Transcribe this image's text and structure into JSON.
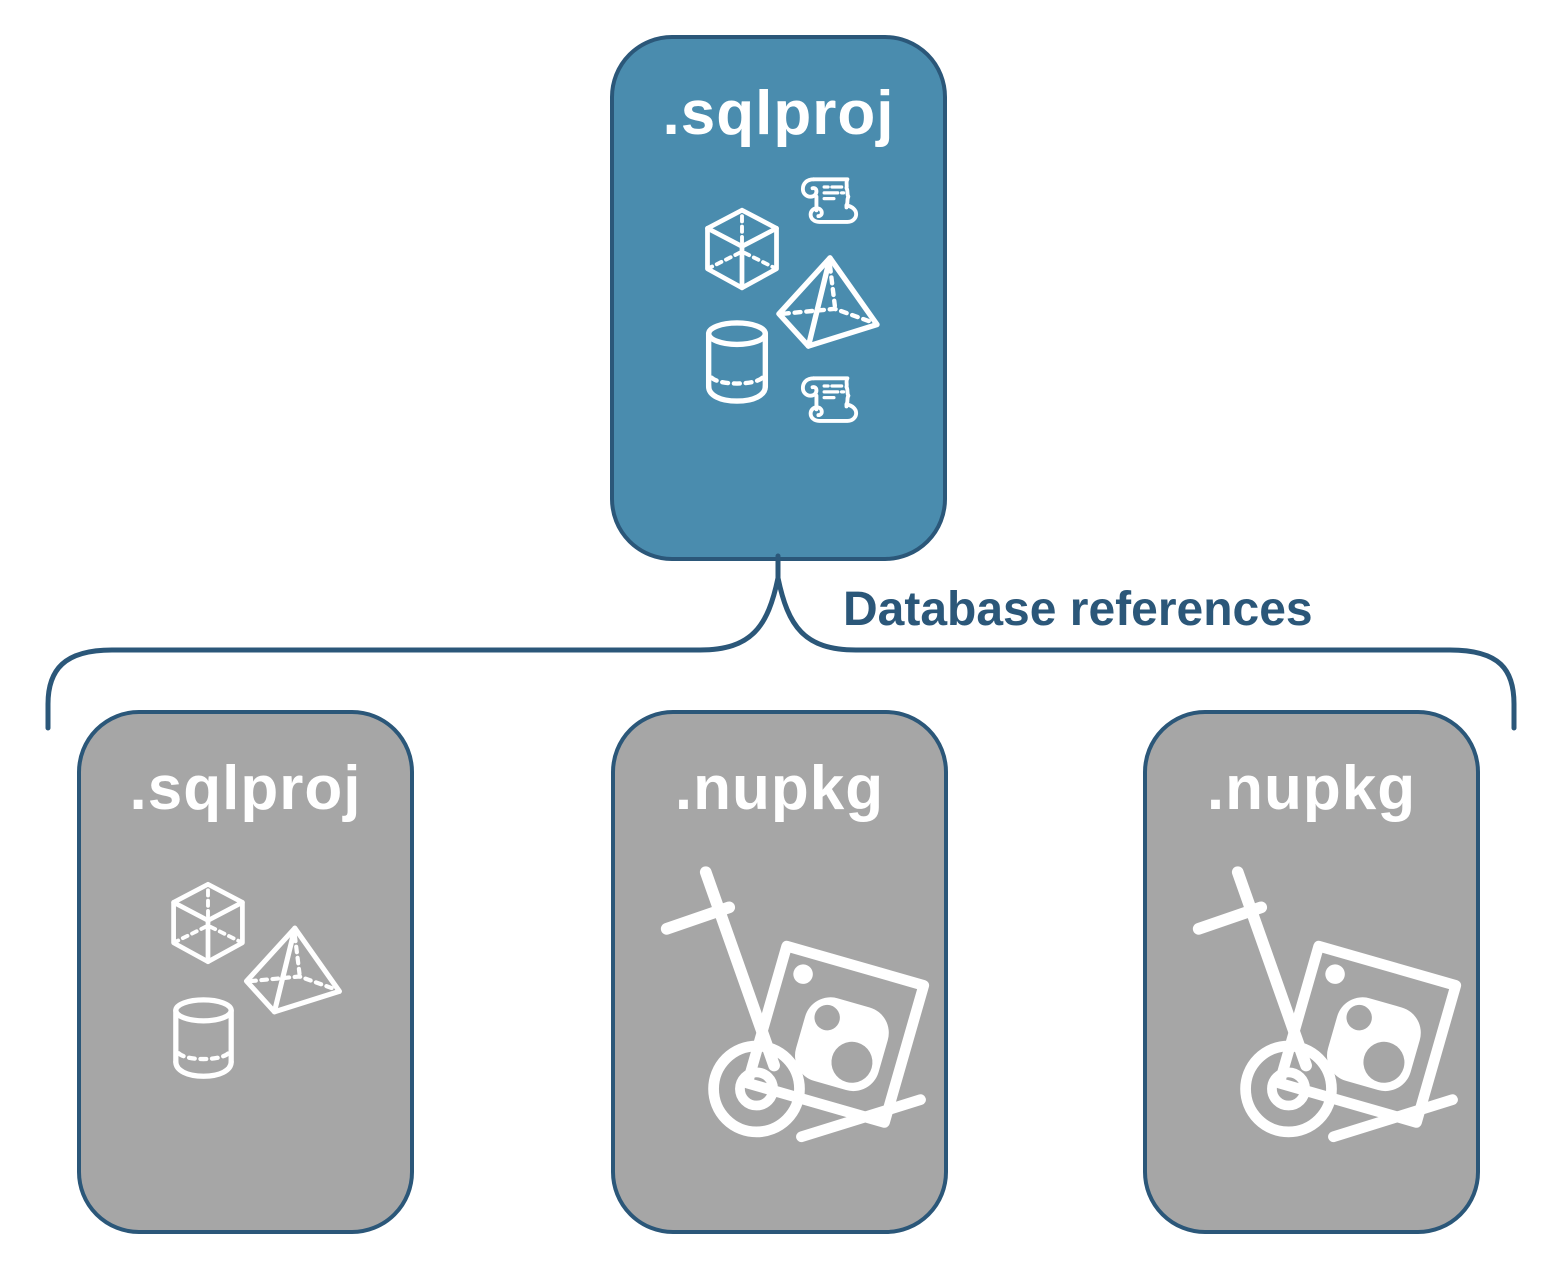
{
  "colors": {
    "accent_teal": "#4A8CAE",
    "card_gray": "#A6A6A6",
    "outline_navy": "#2B5779",
    "icon_white": "#FFFFFF"
  },
  "root_card": {
    "title": ".sqlproj",
    "icons": [
      "sql-script-scroll",
      "cube",
      "pyramid",
      "cylinder",
      "sql-script-scroll"
    ]
  },
  "connector": {
    "label": "Database references"
  },
  "child_cards": [
    {
      "title": ".sqlproj",
      "icons": [
        "cube",
        "pyramid",
        "cylinder"
      ]
    },
    {
      "title": ".nupkg",
      "icons": [
        "package-dolly"
      ]
    },
    {
      "title": ".nupkg",
      "icons": [
        "package-dolly"
      ]
    }
  ]
}
